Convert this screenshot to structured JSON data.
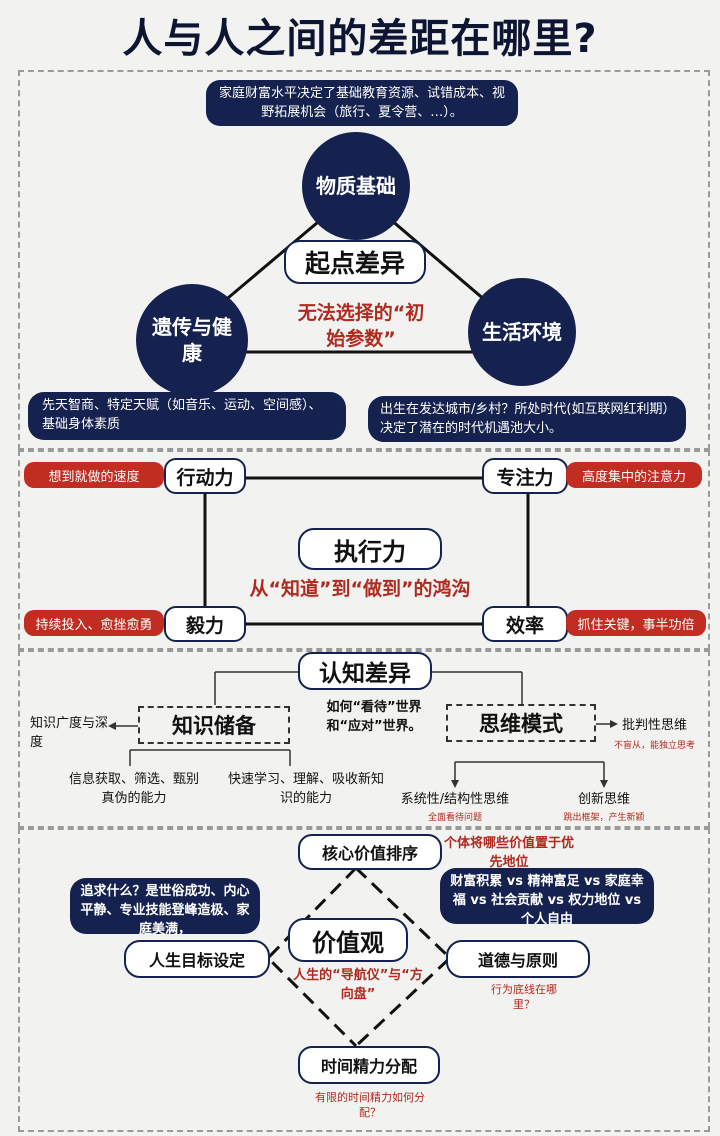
{
  "title": "人与人之间的差距在哪里?",
  "section1": {
    "top_note": "家庭财富水平决定了基础教育资源、试错成本、视野拓展机会（旅行、夏令营、…）。",
    "node_material": "物质基础",
    "node_genetics": "遗传与健康",
    "node_environment": "生活环境",
    "center_label": "起点差异",
    "center_sub": "无法选择的“初始参数”",
    "left_note": "先天智商、特定天赋（如音乐、运动、空间感）、基础身体素质",
    "right_note": "出生在发达城市/乡村？所处时代(如互联网红利期）决定了潜在的时代机遇池大小。"
  },
  "section2": {
    "tl_tag": "想到就做的速度",
    "tl_node": "行动力",
    "tr_node": "专注力",
    "tr_tag": "高度集中的注意力",
    "center_label": "执行力",
    "center_sub": "从“知道”到“做到”的鸿沟",
    "bl_tag": "持续投入、愈挫愈勇",
    "bl_node": "毅力",
    "br_node": "效率",
    "br_tag": "抓住关键，事半功倍"
  },
  "section3": {
    "header": "认知差异",
    "left_box": "知识储备",
    "right_box": "思维模式",
    "center_note": "如何“看待”世界和“应对”世界。",
    "left_out": "知识广度与深度",
    "left_b1": "信息获取、筛选、甄别真伪的能力",
    "left_b2": "快速学习、理解、吸收新知识的能力",
    "right_out": "批判性思维",
    "right_out_sub": "不盲从，能独立思考",
    "right_b1": "系统性/结构性思维",
    "right_b1_sub": "全面看待问题",
    "right_b2": "创新思维",
    "right_b2_sub": "跳出框架，产生新颖"
  },
  "section4": {
    "top_node": "核心价值排序",
    "top_note": "个体将哪些价值置于优先地位",
    "right_blue": "财富积累 vs 精神富足 vs 家庭幸福 vs 社会贡献 vs 权力地位 vs 个人自由",
    "left_blue": "追求什么？是世俗成功、内心平静、专业技能登峰造极、家庭美满，",
    "left_node": "人生目标设定",
    "center_label": "价值观",
    "center_sub": "人生的“导航仪”与“方向盘”",
    "right_node": "道德与原则",
    "right_note": "行为底线在哪里？",
    "bottom_node": "时间精力分配",
    "bottom_note": "有限的时间精力如何分配？"
  },
  "colors": {
    "navy": "#15224f",
    "red": "#c22d22",
    "bg": "#f2f2f0"
  }
}
